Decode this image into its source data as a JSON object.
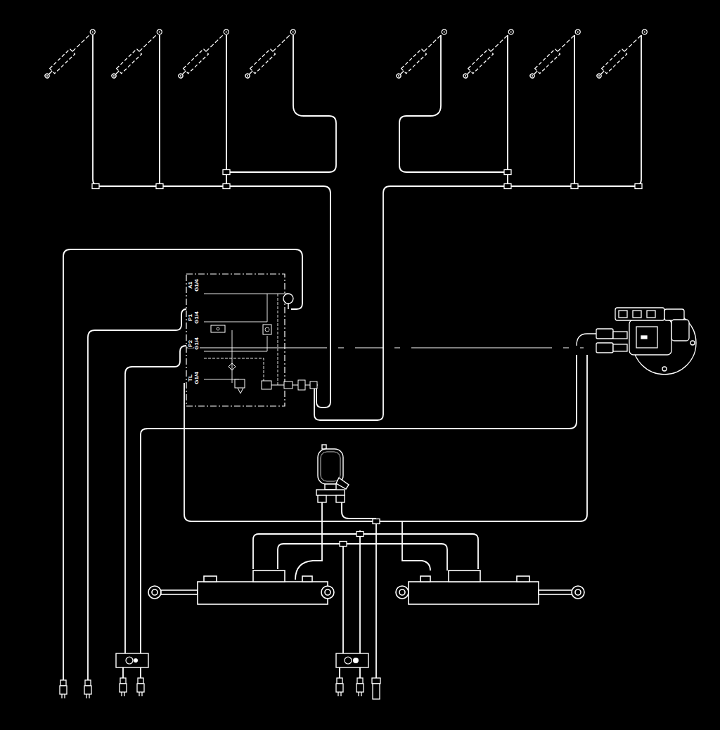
{
  "diagram": {
    "labels": [
      "A1",
      "G1/4",
      "P1",
      "G1/4",
      "P2",
      "G1/4",
      "TL",
      "G1/4"
    ]
  }
}
